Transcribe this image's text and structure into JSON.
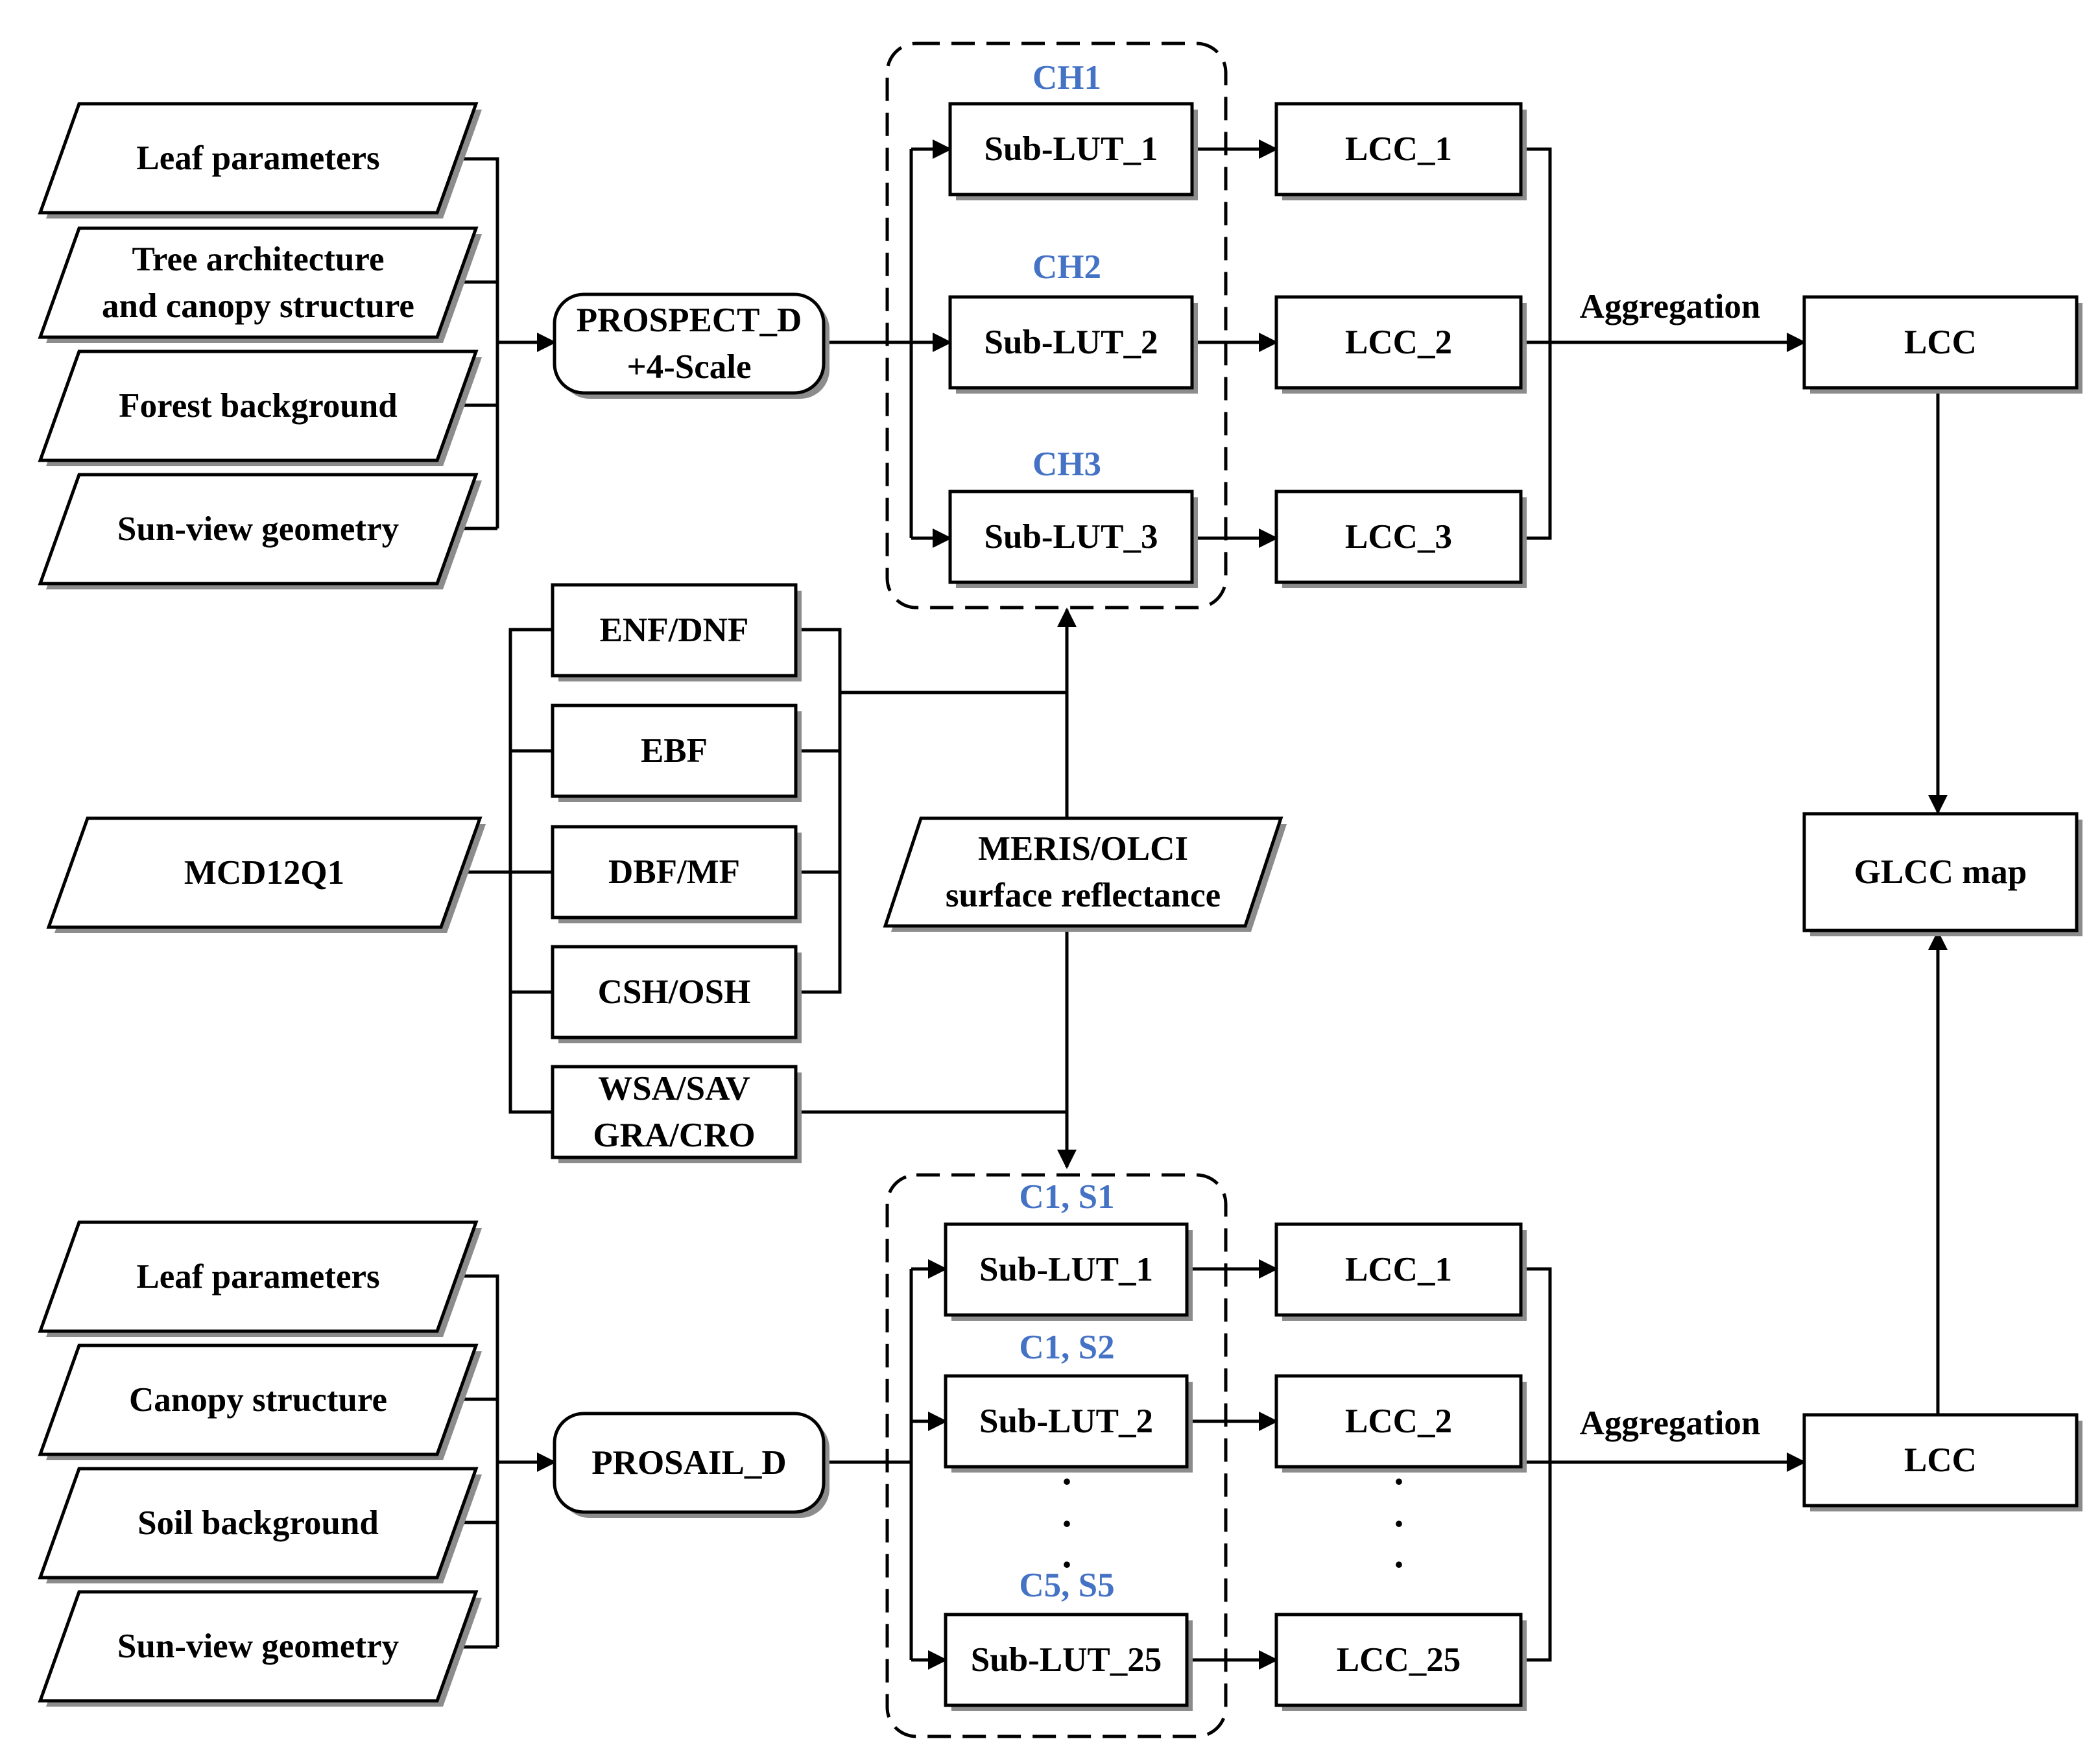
{
  "colors": {
    "stroke": "#000000",
    "fill": "#ffffff",
    "group_label": "#4472C4"
  },
  "forest_inputs": [
    "Leaf parameters",
    "Tree architecture|and canopy structure",
    "Forest background",
    "Sun-view geometry"
  ],
  "forest_model": "PROSPECT_D|+4-Scale",
  "forest_groups": {
    "labels": [
      "CH1",
      "CH2",
      "CH3"
    ],
    "subluts": [
      "Sub-LUT_1",
      "Sub-LUT_2",
      "Sub-LUT_3"
    ],
    "lccs": [
      "LCC_1",
      "LCC_2",
      "LCC_3"
    ]
  },
  "aggregation_label": "Aggregation",
  "lcc_forest": "LCC",
  "landcover": {
    "source": "MCD12Q1",
    "classes": [
      "ENF/DNF",
      "EBF",
      "DBF/MF",
      "CSH/OSH",
      "WSA/SAV|GRA/CRO"
    ]
  },
  "reflectance": "MERIS/OLCI|surface reflectance",
  "glcc_map": "GLCC map",
  "nonforest_inputs": [
    "Leaf parameters",
    "Canopy structure",
    "Soil background",
    "Sun-view geometry"
  ],
  "nonforest_model": "PROSAIL_D",
  "nonforest_groups": {
    "labels": [
      "C1, S1",
      "C1, S2",
      "C5, S5"
    ],
    "subluts": [
      "Sub-LUT_1",
      "Sub-LUT_2",
      "Sub-LUT_25"
    ],
    "lccs": [
      "LCC_1",
      "LCC_2",
      "LCC_25"
    ],
    "ellipsis": "·"
  },
  "lcc_nonforest": "LCC"
}
